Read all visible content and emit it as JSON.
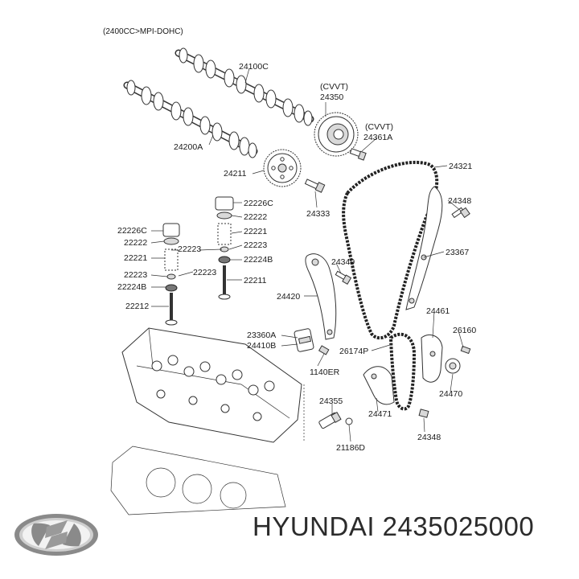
{
  "diagram": {
    "header": "(2400CC>MPI-DOHC)",
    "labels": [
      {
        "id": "24100C",
        "text": "24100C"
      },
      {
        "id": "cvvt1",
        "text": "(CVVT)"
      },
      {
        "id": "24350",
        "text": "24350"
      },
      {
        "id": "cvvt2",
        "text": "(CVVT)"
      },
      {
        "id": "24361A",
        "text": "24361A"
      },
      {
        "id": "24200A",
        "text": "24200A"
      },
      {
        "id": "24211",
        "text": "24211"
      },
      {
        "id": "24321",
        "text": "24321"
      },
      {
        "id": "24333",
        "text": "24333"
      },
      {
        "id": "24348a",
        "text": "24348"
      },
      {
        "id": "22226Ca",
        "text": "22226C"
      },
      {
        "id": "22222a",
        "text": "22222"
      },
      {
        "id": "22221a",
        "text": "22221"
      },
      {
        "id": "22223a",
        "text": "22223"
      },
      {
        "id": "22224Ba",
        "text": "22224B"
      },
      {
        "id": "22211",
        "text": "22211"
      },
      {
        "id": "22226Cb",
        "text": "22226C"
      },
      {
        "id": "22222b",
        "text": "22222"
      },
      {
        "id": "22223b",
        "text": "22223"
      },
      {
        "id": "22221b",
        "text": "22221"
      },
      {
        "id": "22223c",
        "text": "22223"
      },
      {
        "id": "22224Bb",
        "text": "22224B"
      },
      {
        "id": "22212",
        "text": "22212"
      },
      {
        "id": "23367",
        "text": "23367"
      },
      {
        "id": "24349",
        "text": "24349"
      },
      {
        "id": "24420",
        "text": "24420"
      },
      {
        "id": "24461",
        "text": "24461"
      },
      {
        "id": "26160",
        "text": "26160"
      },
      {
        "id": "23360A",
        "text": "23360A"
      },
      {
        "id": "24410B",
        "text": "24410B"
      },
      {
        "id": "26174P",
        "text": "26174P"
      },
      {
        "id": "1140ER",
        "text": "1140ER"
      },
      {
        "id": "24470",
        "text": "24470"
      },
      {
        "id": "24355",
        "text": "24355"
      },
      {
        "id": "24471",
        "text": "24471"
      },
      {
        "id": "24348b",
        "text": "24348"
      },
      {
        "id": "21186D",
        "text": "21186D"
      }
    ]
  },
  "brand": {
    "logo_icon": "hyundai-logo-icon",
    "text": "HYUNDAI 2435025000"
  }
}
